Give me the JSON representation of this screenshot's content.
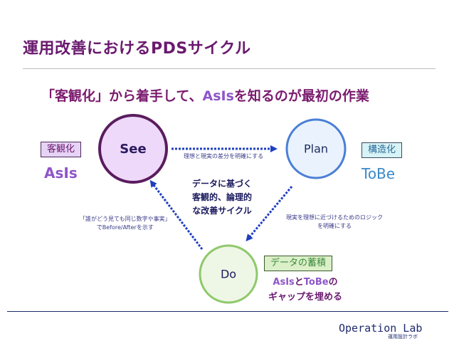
{
  "title": "運用改善におけるPDSサイクル",
  "subtitle": {
    "part1": "「客観化」から着手して、",
    "highlight": "AsIs",
    "part2": "を知るのが最初の作業"
  },
  "nodes": {
    "see": {
      "label": "See",
      "tag": "客観化",
      "sub": "AsIs"
    },
    "plan": {
      "label": "Plan",
      "tag": "構造化",
      "sub": "ToBe"
    },
    "do": {
      "label": "Do",
      "tag": "データの蓄積",
      "line1_a": "AsIs",
      "line1_b": "と",
      "line1_c": "ToBe",
      "line1_d": "の",
      "line2": "ギャップを埋める"
    }
  },
  "notes": {
    "top": "理想と現実の差分を明確にする",
    "left_line1": "「誰がどう見ても同じ数字や事実」",
    "left_line2": "でBefore/Afterを示す",
    "right_line1": "現実を理想に近づけるためのロジック",
    "right_line2": "を明確にする"
  },
  "center": {
    "line1": "データに基づく",
    "line2": "客観的、論理的",
    "line3": "な改善サイクル"
  },
  "brand": {
    "name": "Operation Lab",
    "sub": "運用設計ラボ"
  },
  "colors": {
    "see_fill": "#efd9fb",
    "see_stroke": "#5a1d5e",
    "plan_fill": "#eaf2fd",
    "plan_stroke": "#4a7fd6",
    "do_fill": "#eef6e6",
    "do_stroke": "#8fc96b",
    "arrow": "#1f3fbf"
  }
}
